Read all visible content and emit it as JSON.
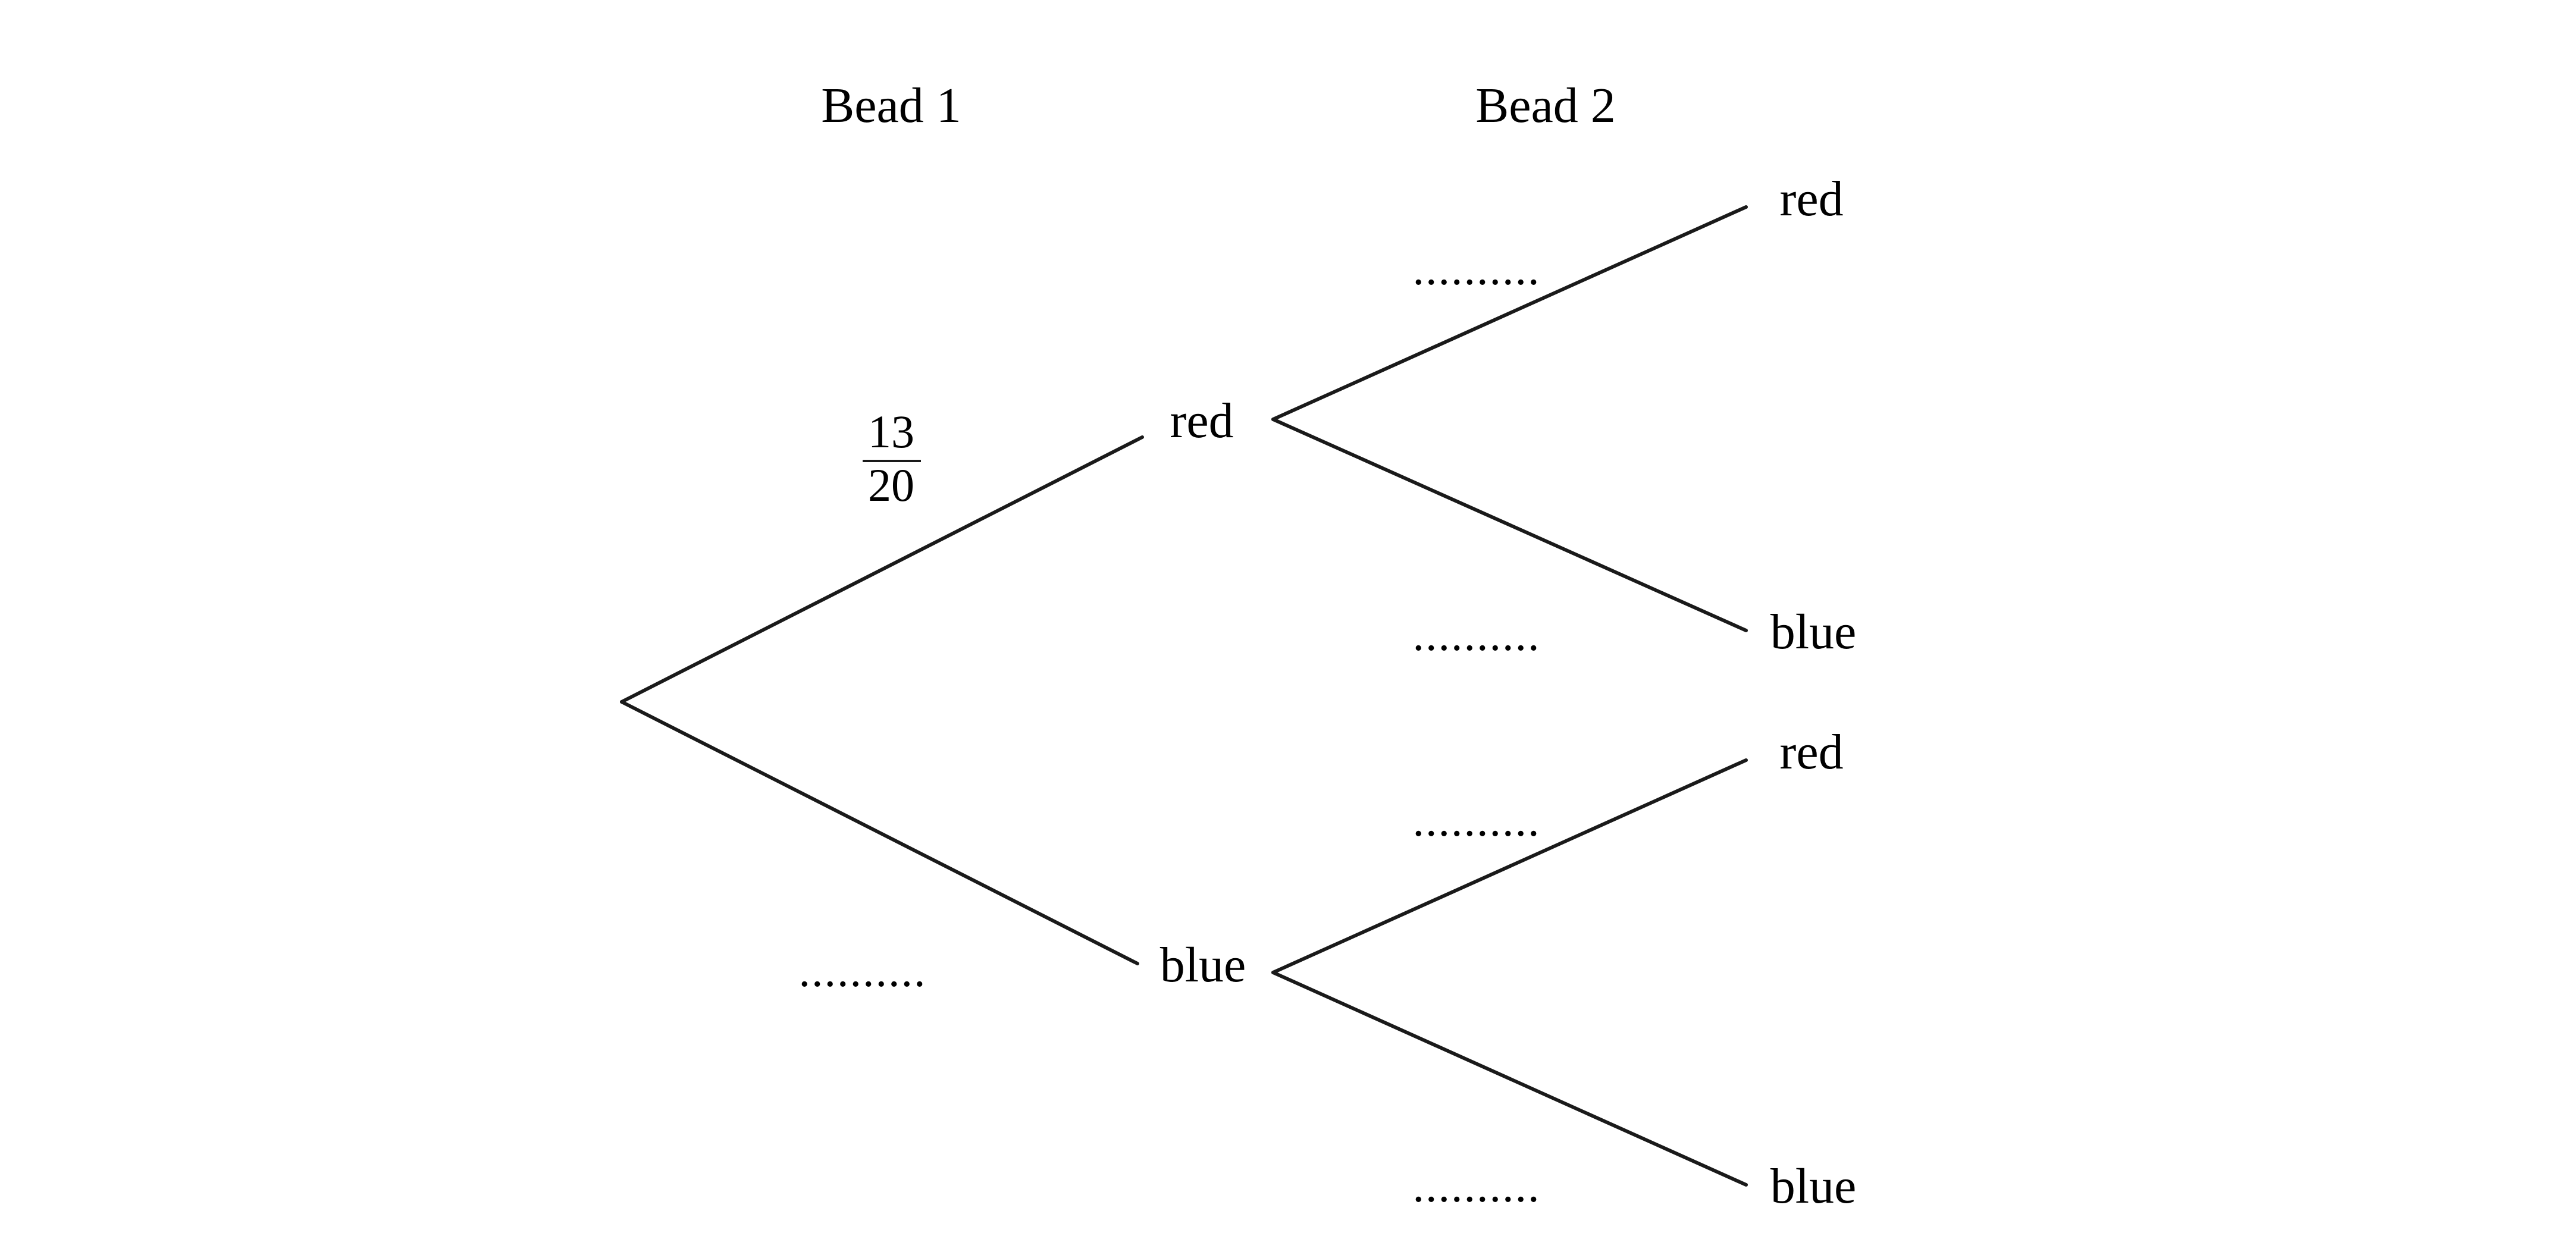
{
  "headings": {
    "bead1": "Bead 1",
    "bead2": "Bead 2"
  },
  "first_draw": {
    "red_label": "red",
    "blue_label": "blue",
    "red_probability": {
      "numerator": "13",
      "denominator": "20"
    },
    "blue_probability_blank": ".........."
  },
  "second_draw": {
    "after_red": {
      "red_label": "red",
      "blue_label": "blue",
      "red_probability_blank": "..........",
      "blue_probability_blank": ".........."
    },
    "after_blue": {
      "red_label": "red",
      "blue_label": "blue",
      "red_probability_blank": "..........",
      "blue_probability_blank": ".........."
    }
  }
}
